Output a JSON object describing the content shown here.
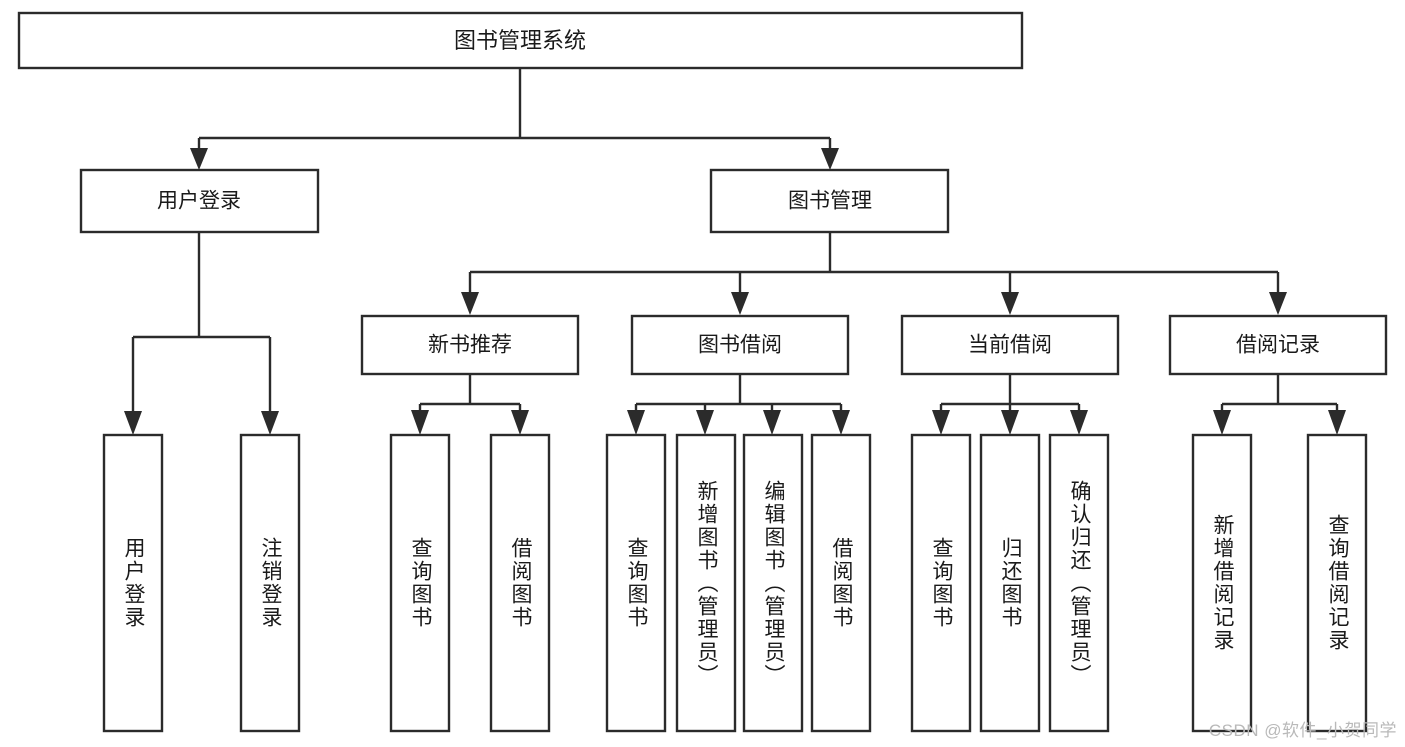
{
  "diagram": {
    "title": "图书管理系统",
    "watermark": "CSDN @软件_小贺同学",
    "type": "tree-hierarchy",
    "orientation": "top-down",
    "colors": {
      "box_fill": "#ffffff",
      "box_stroke": "#2b2b2b",
      "text": "#1a1a1a",
      "background": "#ffffff",
      "watermark": "#b9b9b9"
    },
    "root": {
      "label": "图书管理系统",
      "level": 1
    },
    "level2": [
      {
        "id": "user-login",
        "label": "用户登录"
      },
      {
        "id": "book-manage",
        "label": "图书管理"
      }
    ],
    "level3": [
      {
        "id": "new-book-recommend",
        "label": "新书推荐",
        "parent": "book-manage"
      },
      {
        "id": "book-borrow",
        "label": "图书借阅",
        "parent": "book-manage"
      },
      {
        "id": "current-borrow",
        "label": "当前借阅",
        "parent": "book-manage"
      },
      {
        "id": "borrow-record",
        "label": "借阅记录",
        "parent": "book-manage"
      }
    ],
    "leaves": {
      "user-login": [
        {
          "id": "leaf-user-login",
          "label": "用户登录"
        },
        {
          "id": "leaf-logout",
          "label": "注销登录"
        }
      ],
      "new-book-recommend": [
        {
          "id": "leaf-query-book-1",
          "label": "查询图书"
        },
        {
          "id": "leaf-borrow-book-1",
          "label": "借阅图书"
        }
      ],
      "book-borrow": [
        {
          "id": "leaf-query-book-2",
          "label": "查询图书"
        },
        {
          "id": "leaf-add-book",
          "label": "新增图书（管理员）"
        },
        {
          "id": "leaf-edit-book",
          "label": "编辑图书（管理员）"
        },
        {
          "id": "leaf-borrow-book-2",
          "label": "借阅图书"
        }
      ],
      "current-borrow": [
        {
          "id": "leaf-query-book-3",
          "label": "查询图书"
        },
        {
          "id": "leaf-return-book",
          "label": "归还图书"
        },
        {
          "id": "leaf-confirm-return",
          "label": "确认归还（管理员）"
        }
      ],
      "borrow-record": [
        {
          "id": "leaf-add-record",
          "label": "新增借阅记录"
        },
        {
          "id": "leaf-query-record",
          "label": "查询借阅记录"
        }
      ]
    }
  }
}
